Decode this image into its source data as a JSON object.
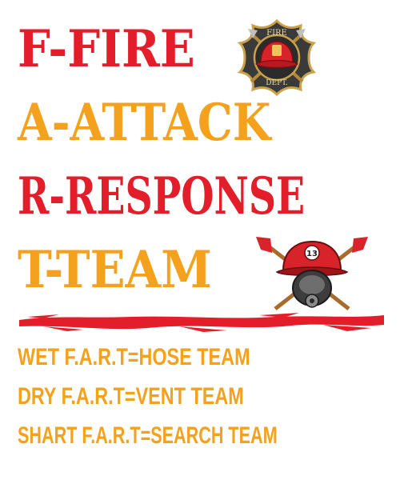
{
  "acronym": {
    "line1": "F-FIRE",
    "line2": "A-ATTACK",
    "line3": "R-RESPONSE",
    "line4": "T-TEAM"
  },
  "badge": {
    "top": "FIRE",
    "bottom": "DEPT."
  },
  "helmet_number": "13",
  "teams": {
    "line1": "WET F.A.R.T=HOSE TEAM",
    "line2": "DRY F.A.R.T=VENT TEAM",
    "line3": "SHART F.A.R.T=SEARCH TEAM"
  },
  "colors": {
    "red": "#e31e2a",
    "orange": "#f4a21d",
    "dark": "#2b2b2b",
    "gold": "#c9a24a"
  },
  "icons": [
    "fire-dept-badge-icon",
    "firefighter-mask-axes-icon",
    "brush-stroke-divider"
  ]
}
